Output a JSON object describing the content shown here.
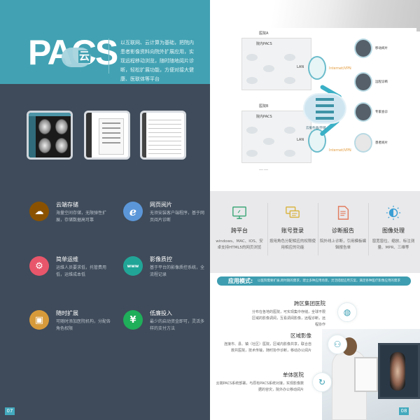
{
  "left_page": {
    "logo": {
      "text": "PACS",
      "badge": "云"
    },
    "intro": "以互联网、云计算为基础，把院内患者影像资料向院外扩展应用，实现远程移动浏览，随时随地阅片诊断，轻松扩展功能，方便对接大健康、医联体等平台",
    "screenshots": [
      {
        "name": "viewer-screenshot",
        "desc": "DICOM 影像阅片界面"
      },
      {
        "name": "report-screenshot",
        "desc": "诊断报告界面"
      },
      {
        "name": "list-screenshot",
        "desc": "检查列表界面"
      }
    ],
    "features": [
      {
        "title": "云端存储",
        "desc": "海量空间存储，无限弹性扩展，存储数据高可靠",
        "icon": "cloud-storage-icon",
        "glyph": "☁",
        "color": "#8a5200"
      },
      {
        "title": "网页阅片",
        "desc": "无须安装客户端程序，基于网页阅片诊断",
        "icon": "browser-icon",
        "glyph": "e",
        "color": "#5b96d8"
      },
      {
        "title": "简单运维",
        "desc": "运维人员要求低，托管费用低，运维成本低",
        "icon": "gear-icon",
        "glyph": "⚙",
        "color": "#e8566b"
      },
      {
        "title": "影像质控",
        "desc": "基于平台的影像质控系统，全流程记录",
        "icon": "www-icon",
        "glyph": "www",
        "color": "#21a597"
      },
      {
        "title": "随时扩展",
        "desc": "可随时添加医院机构，分配各角色权限",
        "icon": "cube-icon",
        "glyph": "▣",
        "color": "#d79a3b"
      },
      {
        "title": "低廉投入",
        "desc": "最少的启动资金即可，灵活多样的支付方法",
        "icon": "money-icon",
        "glyph": "¥",
        "color": "#1fae5a"
      }
    ],
    "page_number": "07"
  },
  "right_page": {
    "diagram": {
      "hospital_a": "医院A",
      "hospital_b": "医院B",
      "local_pacs": "院内PACS",
      "lan": "LAN",
      "gateway": "云服务网关",
      "link": "Internet/VPN",
      "cloud": "云服务器/存储",
      "endpoints": [
        "移动阅片",
        "远程诊断",
        "专家会诊",
        "患者阅片"
      ],
      "more": "……"
    },
    "capabilities": [
      {
        "title": "跨平台",
        "desc": "windows、MAC、IOS、安卓支持HTML5的网页浏览",
        "icon": "monitor-icon",
        "color": "#3fa87a"
      },
      {
        "title": "账号登录",
        "desc": "按用角色分配相应的权限使用相应的功能",
        "icon": "chat-icon",
        "color": "#d9b545"
      },
      {
        "title": "诊断报告",
        "desc": "院外线上诊断，引用模板编辑报告单",
        "icon": "document-icon",
        "color": "#e27d5f"
      },
      {
        "title": "图像处理",
        "desc": "窗宽窗位、缩放、标注测量、MPR、三维等",
        "icon": "contrast-icon",
        "color": "#3b9fd4"
      }
    ],
    "mode_bar": {
      "label": "应用模式:",
      "text": "以医院需要扩展,跨时期的需求，建立多种应用场景，灵活搭配应用方案，满足各种医疗影像应用的需求"
    },
    "modes": [
      {
        "title": "跨区集团医院",
        "desc": "分布在各地的医院，可实现集中存储，全球不限区域的影像调阅，互看调阅影像，远程诊断，远程协作",
        "icon": "globe-icon"
      },
      {
        "title": "区域影像",
        "desc": "连接市、县、镇（社区）医院，区域内影像共享，联合自救共医院，技术传输，随时协作诊断，移动办公阅片",
        "icon": "network-icon"
      },
      {
        "title": "单体医院",
        "desc": "云端PACS系统部署，与原有PACS系统对接，实现影像数据的容灾，院外办公移动阅片",
        "icon": "share-icon"
      }
    ],
    "page_number": "08"
  }
}
